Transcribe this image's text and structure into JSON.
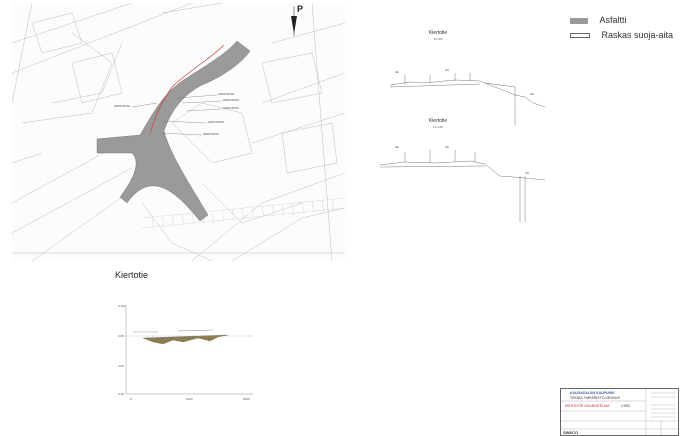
{
  "legend": {
    "items": [
      {
        "label": "Asfaltti",
        "swatch": "#9a9a9a"
      },
      {
        "label": "Raskas  suoja-aita",
        "swatch": "#ffffff"
      }
    ]
  },
  "north_label": "P",
  "sections": [
    {
      "title": "Kiertotie",
      "subtitle": "PL=80"
    },
    {
      "title": "Kiertotie",
      "subtitle": "PL=100"
    }
  ],
  "profile": {
    "title": "Kiertotie",
    "y_labels": [
      "0.100",
      "0.80",
      "0.60",
      "0.40"
    ],
    "x_labels": [
      "0",
      "1000",
      "2000"
    ]
  },
  "title_block": {
    "org": "KAUGADALAN KAUPUNKI",
    "dept": "TEKNIS-YMPÄRISTÖ-KESKUS",
    "project": "KIERTOTIE SUUNNITELMA",
    "logo": "SWECO",
    "sheet": "1:500"
  },
  "colors": {
    "asphalt": "#9a9a9a",
    "fence": "#d23a3a",
    "lines": "#8a8a8a",
    "fill": "#8b7d55"
  }
}
